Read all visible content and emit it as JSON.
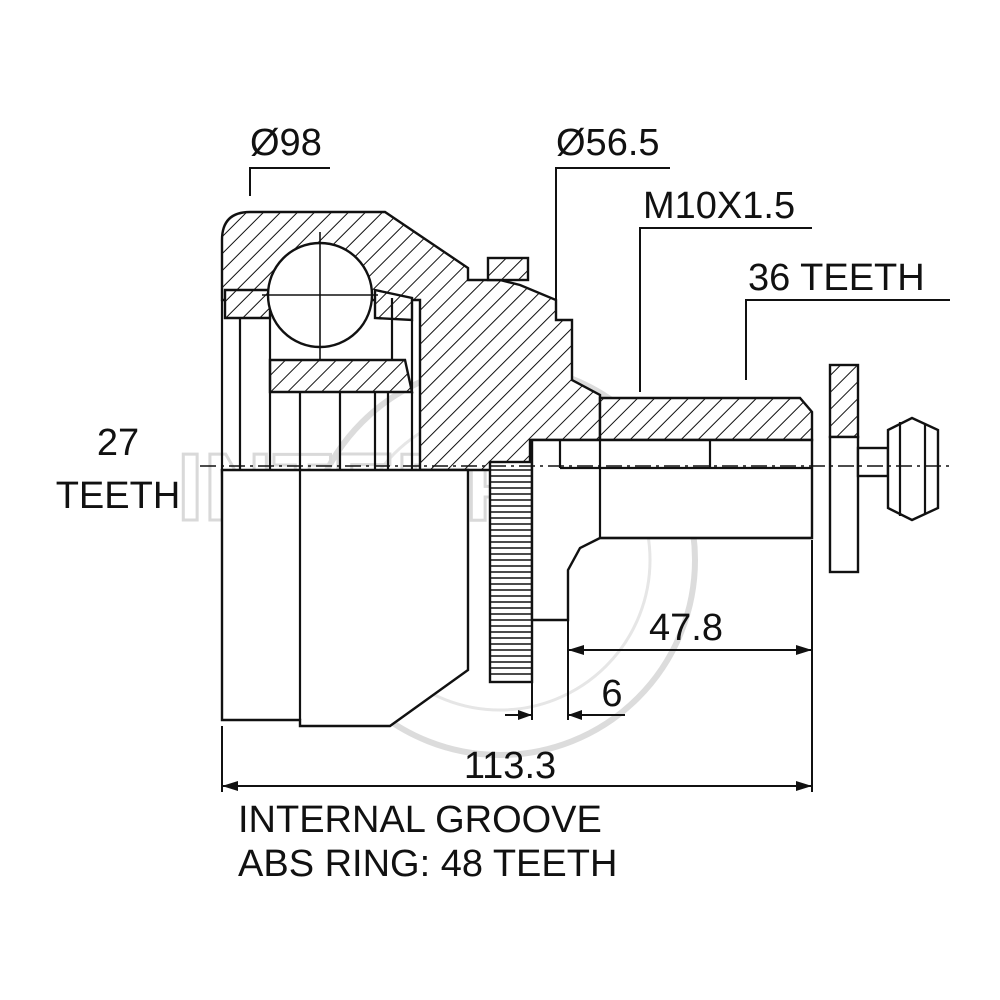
{
  "watermark": "INTERPARTS",
  "labels": {
    "outer_diameter": "Ø98",
    "inner_diameter": "Ø56.5",
    "thread": "M10X1.5",
    "outer_spline": "36 TEETH",
    "inner_spline_count": "27",
    "inner_spline_word": "TEETH",
    "stub_length": "47.8",
    "ring_offset": "6",
    "total_length": "113.3"
  },
  "notes": {
    "line1": "INTERNAL GROOVE",
    "line2": "ABS RING: 48 TEETH"
  },
  "colors": {
    "ink": "#111111",
    "watermark": "#d9d9d9",
    "background": "#ffffff"
  }
}
